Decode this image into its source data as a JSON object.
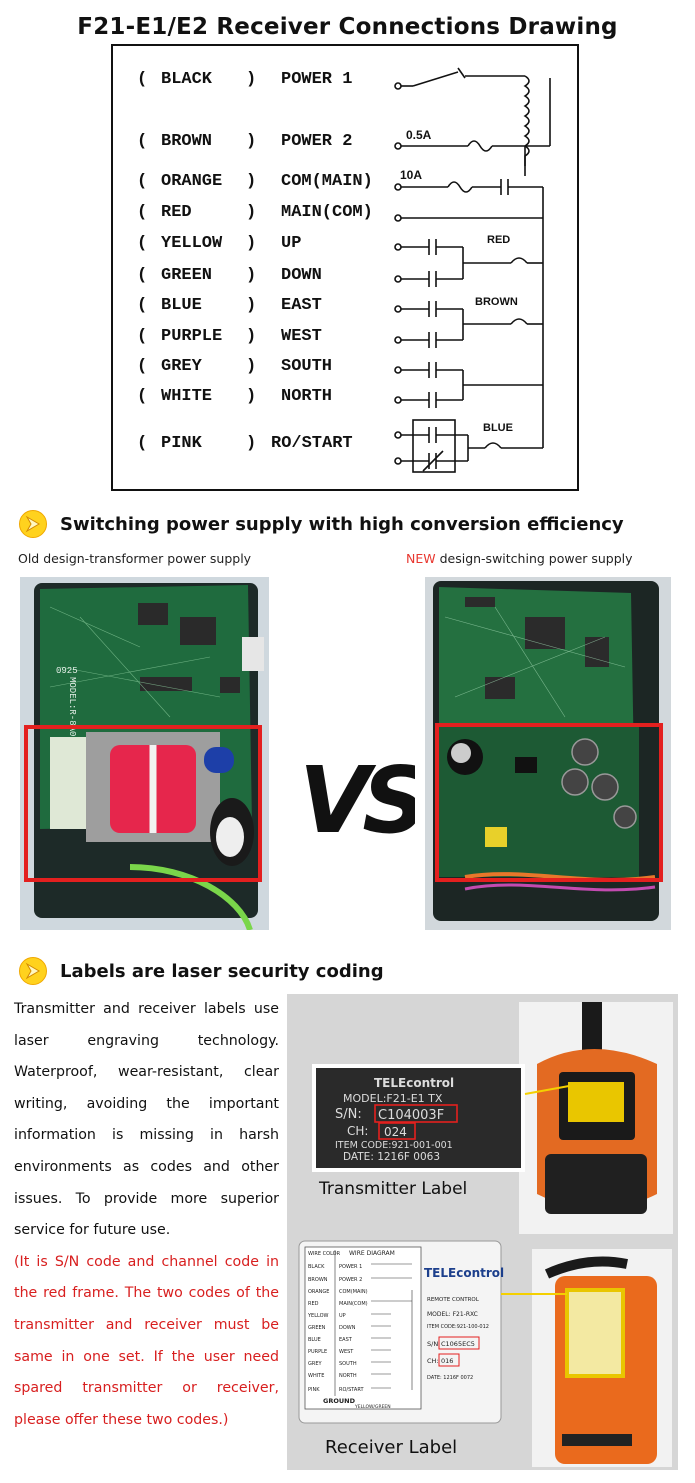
{
  "diagram": {
    "title": "F21-E1/E2 Receiver Connections Drawing",
    "rows": [
      {
        "color": "BLACK",
        "function": "POWER 1"
      },
      {
        "color": "BROWN",
        "function": "POWER 2"
      },
      {
        "color": "ORANGE",
        "function": "COM(MAIN)"
      },
      {
        "color": "RED",
        "function": "MAIN(COM)"
      },
      {
        "color": "YELLOW",
        "function": "UP"
      },
      {
        "color": "GREEN",
        "function": "DOWN"
      },
      {
        "color": "BLUE",
        "function": "EAST"
      },
      {
        "color": "PURPLE",
        "function": "WEST"
      },
      {
        "color": "GREY",
        "function": "SOUTH"
      },
      {
        "color": "WHITE",
        "function": "NORTH"
      },
      {
        "color": "PINK",
        "function": "RO/START"
      }
    ],
    "paren_open": "(",
    "paren_close": ")",
    "fuse_small": "0.5A",
    "fuse_large": "10A",
    "relay_labels": [
      "RED",
      "BROWN",
      "BLUE"
    ]
  },
  "power_section": {
    "title": "Switching power supply with high conversion efficiency",
    "old_caption": "Old design-transformer power supply",
    "new_caption_accent": "NEW",
    "new_caption_rest": " design-switching power supply",
    "vs_text": "VS",
    "old_board_marking": "MODEL:R-8A06",
    "old_board_date": "0925"
  },
  "labels_section": {
    "title": "Labels are laser security coding",
    "body": "Transmitter and receiver labels use laser engraving technology. Waterproof, wear-resistant, clear writing, avoiding the important information is missing  in harsh environments as codes and other issues. To provide more superior service for future use.",
    "note": "(It is S/N code and channel code in the red frame. The two codes of the transmitter and receiver must be same in one set. If the user need spared transmitter or receiver, please offer these two codes.)",
    "transmitter_label": {
      "brand": "TELEcontrol",
      "model": "MODEL:F21-E1 TX",
      "sn_key": "S/N:",
      "sn_value": "C104003F",
      "ch_key": "CH:",
      "ch_value": "024",
      "item_code": "ITEM CODE:921-001-001",
      "date": "DATE: 1216F 0063",
      "caption": "Transmitter Label"
    },
    "receiver_label": {
      "header_left": "WIRE COLOR",
      "header_right": "WIRE DIAGRAM",
      "colors": [
        "BLACK",
        "BROWN",
        "ORANGE",
        "RED",
        "YELLOW",
        "GREEN",
        "BLUE",
        "PURPLE",
        "GREY",
        "WHITE",
        "PINK"
      ],
      "functions": [
        "POWER 1",
        "POWER 2",
        "COM(MAIN)",
        "MAIN(COM)",
        "UP",
        "DOWN",
        "EAST",
        "WEST",
        "SOUTH",
        "NORTH",
        "RO/START"
      ],
      "ground": "GROUND",
      "ground_wire": "YELLOW/GREEN",
      "brand": "TELEcontrol",
      "remote": "REMOTE CONTROL",
      "model": "MODEL: F21-RXC",
      "item_code": "ITEM CODE:921-100-012",
      "sn_key": "S/N",
      "sn_value": "C1065EC5",
      "ch_key": "CH:",
      "ch_value": "016",
      "date": "DATE: 1216F 0072",
      "caption": "Receiver Label"
    },
    "colors": {
      "accent_red": "#e8372f",
      "note_red": "#d81f1f",
      "highlight_yellow": "#f4d000",
      "body_orange": "#ec6a1c"
    }
  }
}
